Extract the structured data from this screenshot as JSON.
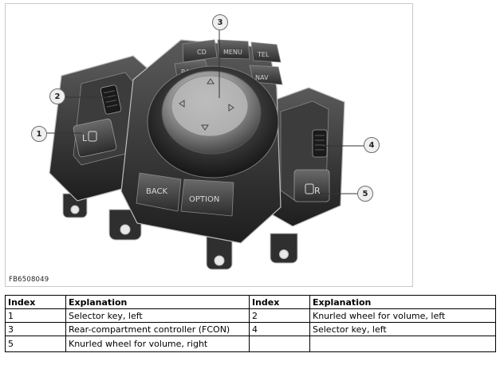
{
  "figure": {
    "code": "FB6508049",
    "callouts": [
      "1",
      "2",
      "3",
      "4",
      "5"
    ],
    "keys": {
      "cd": "CD",
      "menu": "MENU",
      "tel": "TEL",
      "radio": "RADIO",
      "nav": "NAV",
      "back": "BACK",
      "option": "OPTION",
      "left_glyph": "L",
      "right_glyph": "R"
    }
  },
  "table": {
    "headers": [
      "Index",
      "Explanation",
      "Index",
      "Explanation"
    ],
    "rows": [
      [
        "1",
        "Selector key, left",
        "2",
        "Knurled wheel for volume, left"
      ],
      [
        "3",
        "Rear-compartment controller (FCON)",
        "4",
        "Selector key, left"
      ],
      [
        "5",
        "Knurled wheel for volume, right",
        "",
        ""
      ]
    ]
  },
  "colors": {
    "plastic_dark": "#2a2a2a",
    "plastic_mid": "#4a4a4a",
    "highlight": "#bfbfbf",
    "border": "#c9c9c9"
  }
}
